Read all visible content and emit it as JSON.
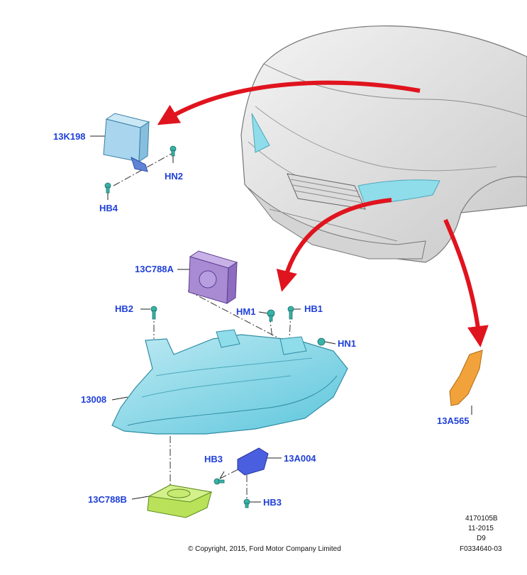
{
  "colors": {
    "callout_text": "#1f3fd8",
    "arrow_red": "#e0141e",
    "headlamp_cyan": "#7fd6e6",
    "control_module_blue": "#a9d6ee",
    "ballast_purple": "#a98bd3",
    "ballast_green": "#b9e25a",
    "bracket_blue": "#4a5fe0",
    "reflector_orange": "#f2a23a",
    "fastener_teal": "#37b3a8"
  },
  "callouts": {
    "c13k198": "13K198",
    "hn2": "HN2",
    "hb4": "HB4",
    "c13c788a": "13C788A",
    "hb2": "HB2",
    "hm1": "HM1",
    "hb1": "HB1",
    "hn1": "HN1",
    "c13008": "13008",
    "hb3_left": "HB3",
    "c13a004": "13A004",
    "c13c788b": "13C788B",
    "hb3_bottom": "HB3",
    "c13a565": "13A565"
  },
  "meta": {
    "ref_id": "4170105B",
    "date": "11-2015",
    "revision": "D9",
    "figure_id": "F0334640-03",
    "copyright": "© Copyright, 2015, Ford Motor Company Limited"
  },
  "icons": {
    "vehicle": "car-front-icon",
    "headlamp": "headlamp-icon",
    "module": "control-module-icon",
    "ballast": "ballast-icon",
    "bracket": "bracket-icon",
    "reflector": "side-reflector-icon",
    "fastener": "screw-icon"
  }
}
